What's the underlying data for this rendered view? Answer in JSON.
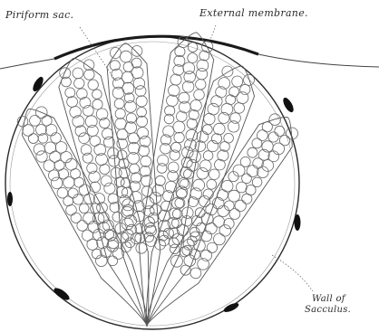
{
  "labels": {
    "piriform_sac": "Piriform sac.",
    "external_membrane": "External membrane.",
    "wall_of_sacculus_line1": "Wall of",
    "wall_of_sacculus_line2": "Sacculus."
  }
}
